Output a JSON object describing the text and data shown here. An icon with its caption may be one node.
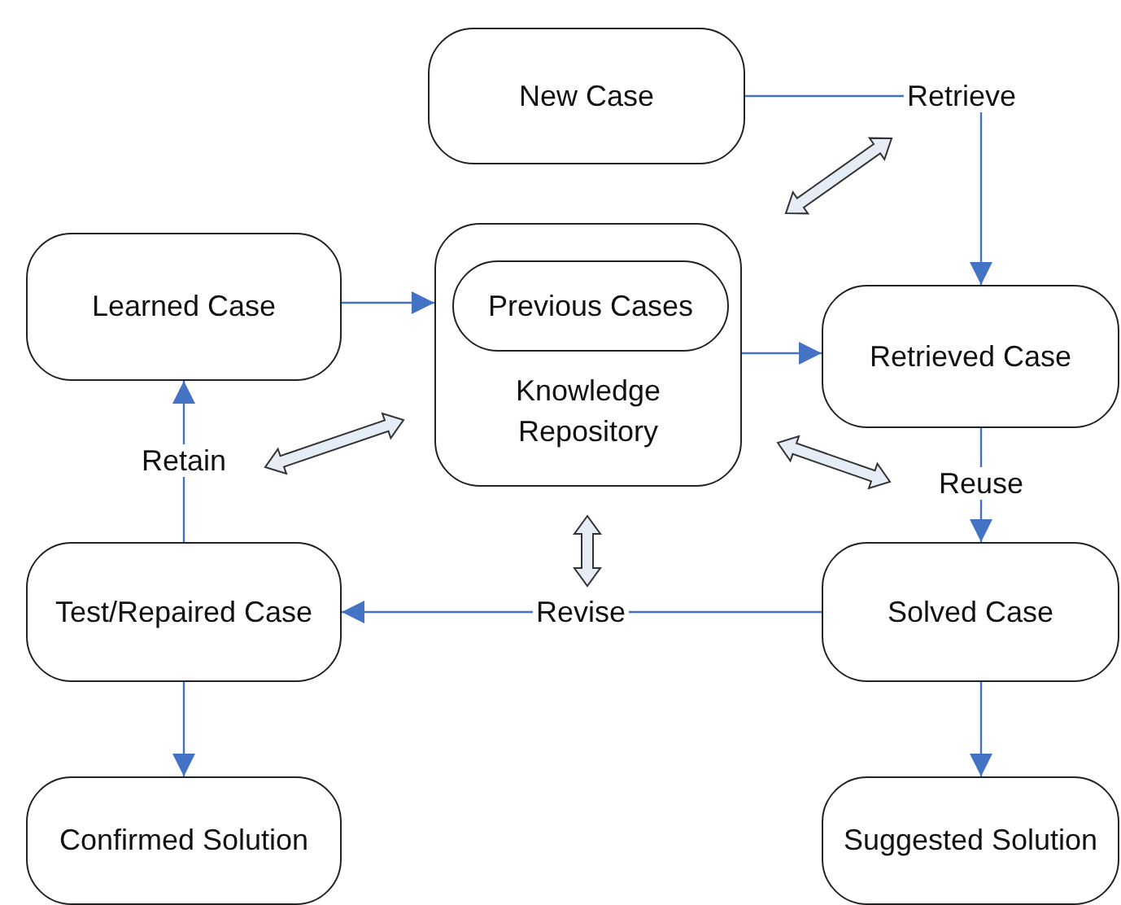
{
  "diagram": {
    "nodes": [
      {
        "text": [
          "New Case"
        ]
      },
      {
        "text": [
          "Learned Case"
        ]
      },
      {
        "text": [
          "Knowledge Repository"
        ]
      },
      {
        "text": [
          "Previous Cases"
        ],
        "in": 2
      },
      {
        "text": [
          "Retrieved Case"
        ]
      },
      {
        "text": [
          "Test/Repaired Case"
        ]
      },
      {
        "text": [
          "Solved Case"
        ]
      },
      {
        "text": [
          "Confirmed Solution"
        ]
      },
      {
        "text": [
          "Suggested Solution"
        ]
      }
    ],
    "edges": [
      {
        "from": 0,
        "to": 4,
        "arrow": "to",
        "label": "Retrieve"
      },
      {
        "from": 4,
        "to": 6,
        "arrow": "to",
        "label": "Reuse"
      },
      {
        "from": 6,
        "to": 5,
        "arrow": "to",
        "label": "Revise"
      },
      {
        "from": 5,
        "to": 1,
        "arrow": "to",
        "label": "Retain"
      },
      {
        "from": 1,
        "to": 2,
        "arrow": "to"
      },
      {
        "from": 2,
        "to": 4,
        "arrow": "to"
      },
      {
        "from": 5,
        "to": 7,
        "arrow": "to"
      },
      {
        "from": 6,
        "to": 8,
        "arrow": "to"
      }
    ]
  }
}
